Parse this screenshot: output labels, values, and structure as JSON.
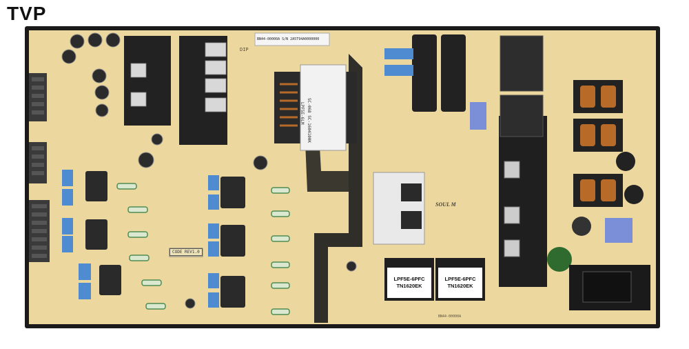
{
  "corner_label": "TVP",
  "transformer_labels": [
    {
      "line1": "LPF5E-6PFC",
      "line2": "TN1620EK"
    },
    {
      "line1": "LPF5E-6PFC",
      "line2": "TN1620EK"
    }
  ],
  "code_rev": "CODE REV1.0",
  "dip_label": "DIP",
  "main_transformer": {
    "line1": "LPF5E-6LM",
    "line2": "SC-068 SC-1604100K"
  },
  "silkscreen": {
    "soundm": "SOUL M",
    "bottom_code": "BN44-00000A",
    "sticker_top": "BN44-00000A S/N 2A5T94A0000000"
  },
  "colors": {
    "pcb": "#ecd89f",
    "pcb_edge": "#1a1a1a",
    "heatsink": "#1f1f1f",
    "capacitor_blue": "#4f8bd1",
    "inductor_copper": "#b86a28"
  }
}
